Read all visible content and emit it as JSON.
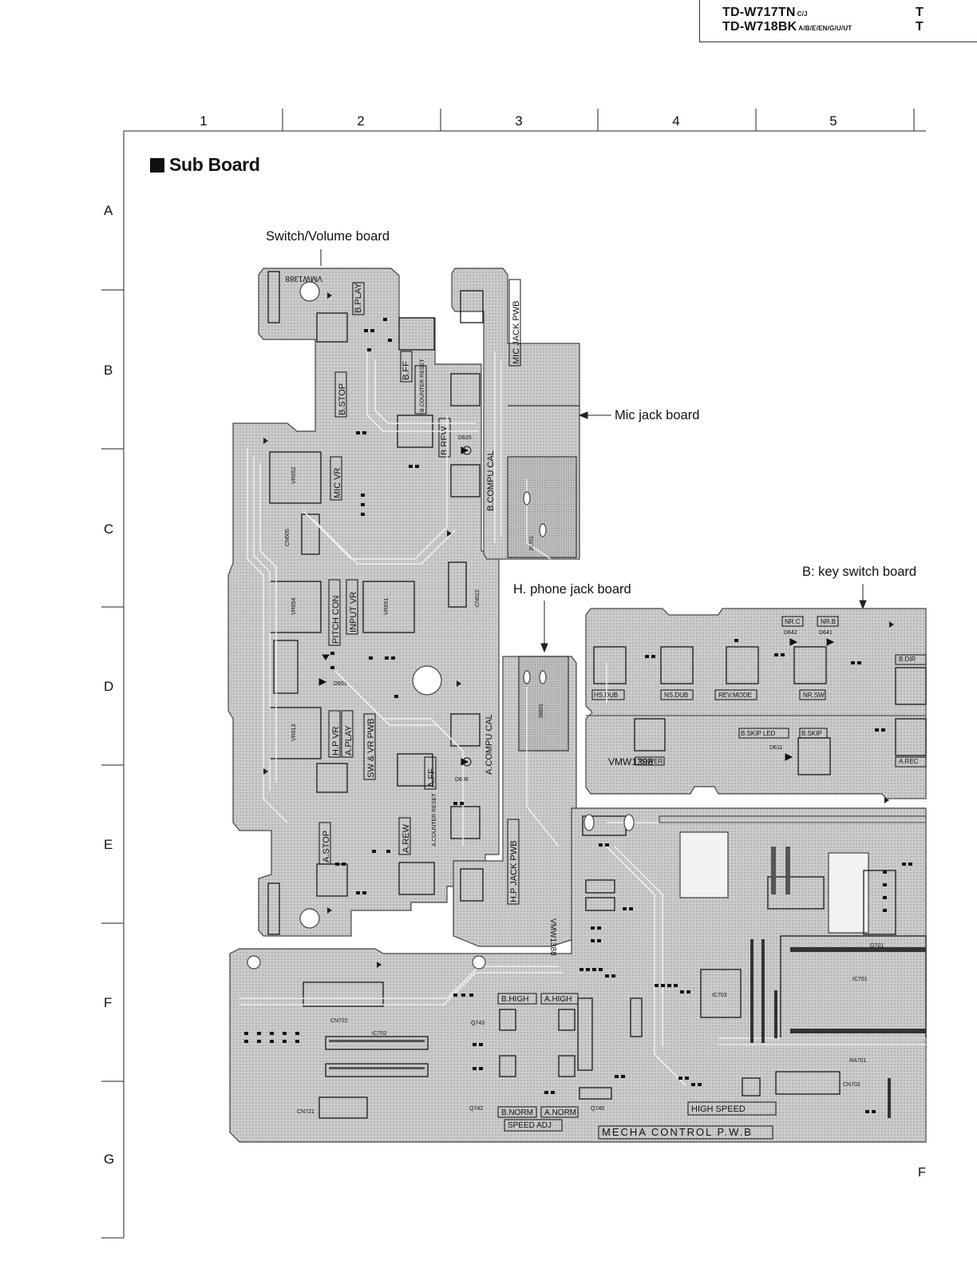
{
  "header": {
    "model_1": "TD-W717TN",
    "model_1_suffix": "C/J",
    "model_2": "TD-W718BK",
    "model_2_suffix": "A/B/E/EN/G/U/UT",
    "edge_glyph_1": "T",
    "edge_glyph_2": "T"
  },
  "grid": {
    "columns": [
      "1",
      "2",
      "3",
      "4",
      "5"
    ],
    "rows": [
      "A",
      "B",
      "C",
      "D",
      "E",
      "F",
      "G"
    ]
  },
  "title": "Sub Board",
  "callouts": {
    "switch_volume": "Switch/Volume board",
    "mic_jack": "Mic jack board",
    "phone_jack": "H. phone jack board",
    "key_switch": "B: key switch board"
  },
  "footer_glyph": "F",
  "silkscreen": {
    "b_play": "B.PLAY",
    "b_stop": "B.STOP",
    "b_ff": "B.FF",
    "b_rew": "B.REW",
    "b_counter_reset": "B.COUNTER RESET",
    "b_compu_cal": "B.COMPU CAL",
    "mic_vr": "MIC VR",
    "pitch_con": "PITCH CON",
    "input_vr": "INPUT VR",
    "hp_vr": "H.P VR",
    "a_play": "A.PLAY",
    "sw_vr_pwb": "SW & VR PWB",
    "a_ff": "A.FF",
    "a_compu_cal": "A.COMPU CAL",
    "a_stop": "A.STOP",
    "a_rew": "A.REW",
    "a_counter_reset": "A.COUNTER RESET",
    "mic_jack_pwb": "MIC JACK PWB",
    "hp_jack_pwb": "H.P JACK PWB",
    "hs_dub": "HS.DUB",
    "ns_dub": "NS.DUB",
    "rev_mode": "REV.MODE",
    "nr_sw": "NR.SW",
    "nr_c": "NR.C",
    "nr_b": "NR.B",
    "b_dir": "B.DIR",
    "power": "POWER",
    "b_skip_led": "B.SKIP LED",
    "b_skip": "B.SKIP",
    "a_rec": "A.REC",
    "b_high": "B.HIGH",
    "a_high": "A.HIGH",
    "b_norm": "B.NORM",
    "a_norm": "A.NORM",
    "speed_adj": "SPEED ADJ",
    "high_speed": "HIGH SPEED",
    "mecha_control_pwb": "MECHA CONTROL P.W.B",
    "vmw1388": "VMW1388",
    "j8701": "J8701",
    "j8601": "J8601",
    "ic701": "IC701",
    "ic702": "IC702",
    "ic703": "IC703",
    "cn722": "CN722",
    "cn721": "CN721",
    "cn702": "CN702",
    "cn605": "CN605",
    "cn612": "CN612",
    "vr652": "VR652",
    "vr651": "VR651",
    "vr613": "VR613",
    "vr654": "VR654",
    "ra701": "RA701",
    "q701": "Q701",
    "q742": "Q742",
    "q743": "Q743",
    "q745": "Q745",
    "d611": "D611",
    "d625": "D625",
    "d606": "D606",
    "d651": "D651",
    "d642": "D642",
    "d641": "D641"
  }
}
